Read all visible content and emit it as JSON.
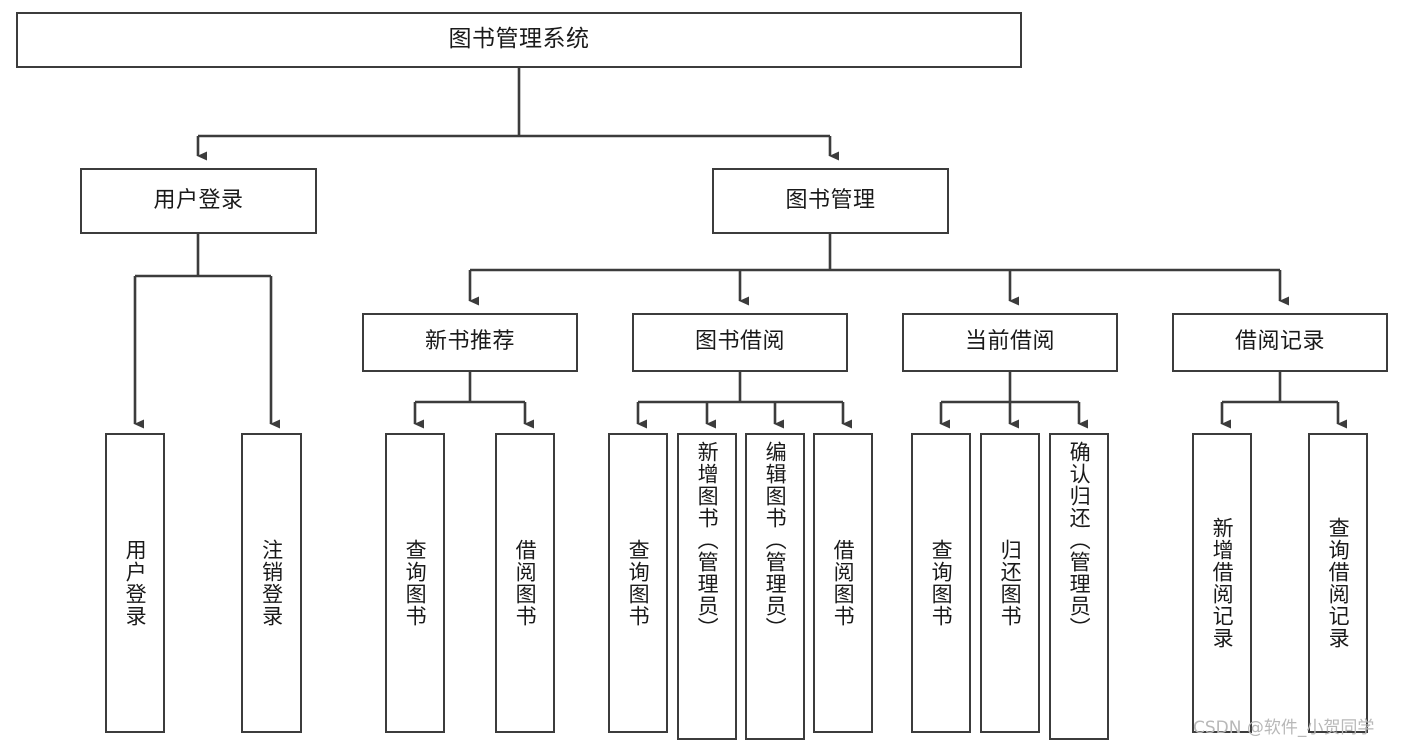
{
  "diagram": {
    "title": "图书管理系统",
    "type": "tree-hierarchy",
    "watermark": "CSDN @软件_小贺同学",
    "colors": {
      "box_border": "#3c3c3c",
      "box_fill": "#ffffff",
      "edge": "#3c3c3c",
      "text": "#1a1a1a",
      "watermark": "#b8b8b8"
    },
    "levels": {
      "root": {
        "label": "图书管理系统"
      },
      "level2": [
        {
          "label": "用户登录"
        },
        {
          "label": "图书管理"
        }
      ],
      "level3": [
        {
          "label": "新书推荐"
        },
        {
          "label": "图书借阅"
        },
        {
          "label": "当前借阅"
        },
        {
          "label": "借阅记录"
        }
      ],
      "leaves": {
        "user_login": [
          {
            "label": "用户登录"
          },
          {
            "label": "注销登录"
          }
        ],
        "new_book_recommend": [
          {
            "label": "查询图书"
          },
          {
            "label": "借阅图书"
          }
        ],
        "book_borrow": [
          {
            "label": "查询图书"
          },
          {
            "label": "新增图书（管理员）"
          },
          {
            "label": "编辑图书（管理员）"
          },
          {
            "label": "借阅图书"
          }
        ],
        "current_borrow": [
          {
            "label": "查询图书"
          },
          {
            "label": "归还图书"
          },
          {
            "label": "确认归还（管理员）"
          }
        ],
        "borrow_record": [
          {
            "label": "新增借阅记录"
          },
          {
            "label": "查询借阅记录"
          }
        ]
      }
    }
  }
}
